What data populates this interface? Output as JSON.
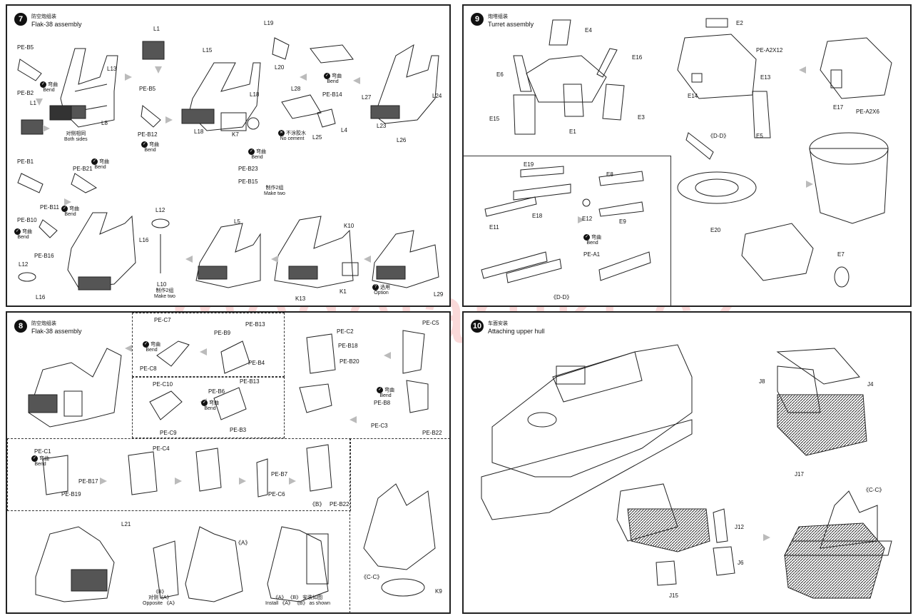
{
  "watermark": "modelartikl.cz",
  "step7": {
    "num": "7",
    "cn": "防空炮组装",
    "title": "Flak-38 assembly",
    "labels": [
      "PE-B5",
      "PE-B2",
      "L1",
      "L13",
      "L8",
      "L1",
      "PE-B5",
      "PE-B12",
      "L15",
      "L18",
      "L18",
      "K7",
      "L19",
      "L20",
      "L28",
      "PE-B14",
      "L25",
      "L4",
      "L27",
      "L24",
      "L23",
      "L26",
      "PE-B1",
      "PE-B21",
      "PE-B11",
      "PE-B10",
      "PE-B16",
      "L12",
      "L16",
      "L12",
      "L16",
      "L10",
      "L5",
      "K10",
      "K1",
      "K13",
      "L29",
      "PE-B23",
      "PE-B15"
    ],
    "bend": "Bend",
    "both_sides": "Both sides",
    "both_sides_cn": "对侧相同",
    "no_cement": "No cement",
    "no_cement_cn": "不涂胶水",
    "make_two": "Make two",
    "make_two_cn": "制作2组",
    "option": "Option",
    "option_cn": "选用",
    "bend_cn": "弯曲"
  },
  "step8": {
    "num": "8",
    "cn": "防空炮组装",
    "title": "Flak-38 assembly",
    "labels": [
      "PE-C7",
      "PE-C8",
      "PE-B13",
      "PE-B9",
      "PE-B4",
      "PE-C10",
      "PE-C9",
      "PE-B6",
      "PE-B13",
      "PE-B3",
      "PE-C2",
      "PE-B18",
      "PE-B20",
      "PE-C5",
      "PE-B8",
      "PE-C3",
      "PE-B22",
      "PE-C1",
      "PE-B17",
      "PE-B19",
      "PE-C4",
      "PE-B7",
      "PE-C6",
      "PE-B22",
      "L21",
      "K9"
    ],
    "ref_a": "《A》",
    "ref_b": "《B》",
    "ref_cc": "《C-C》",
    "opposite": "Opposite 《A》",
    "opposite_cn": "对侧《A》",
    "install": "Install 《A》 《B》 as shown",
    "install_cn": "《A》 《B》 安装如图"
  },
  "step9": {
    "num": "9",
    "cn": "炮塔组装",
    "title": "Turret assembly",
    "labels": [
      "E4",
      "E16",
      "E6",
      "E15",
      "E1",
      "E3",
      "E2",
      "PE-A2X12",
      "E13",
      "E14",
      "E5",
      "E17",
      "PE-A2X6",
      "E19",
      "E18",
      "E11",
      "E8",
      "E12",
      "E9",
      "PE-A1",
      "E20",
      "E7",
      "《D-D》",
      "《D-D》"
    ]
  },
  "step10": {
    "num": "10",
    "cn": "车面安装",
    "title": "Attaching upper hull",
    "labels": [
      "J8",
      "J4",
      "J17",
      "J12",
      "J6",
      "J15",
      "《C-C》"
    ]
  }
}
